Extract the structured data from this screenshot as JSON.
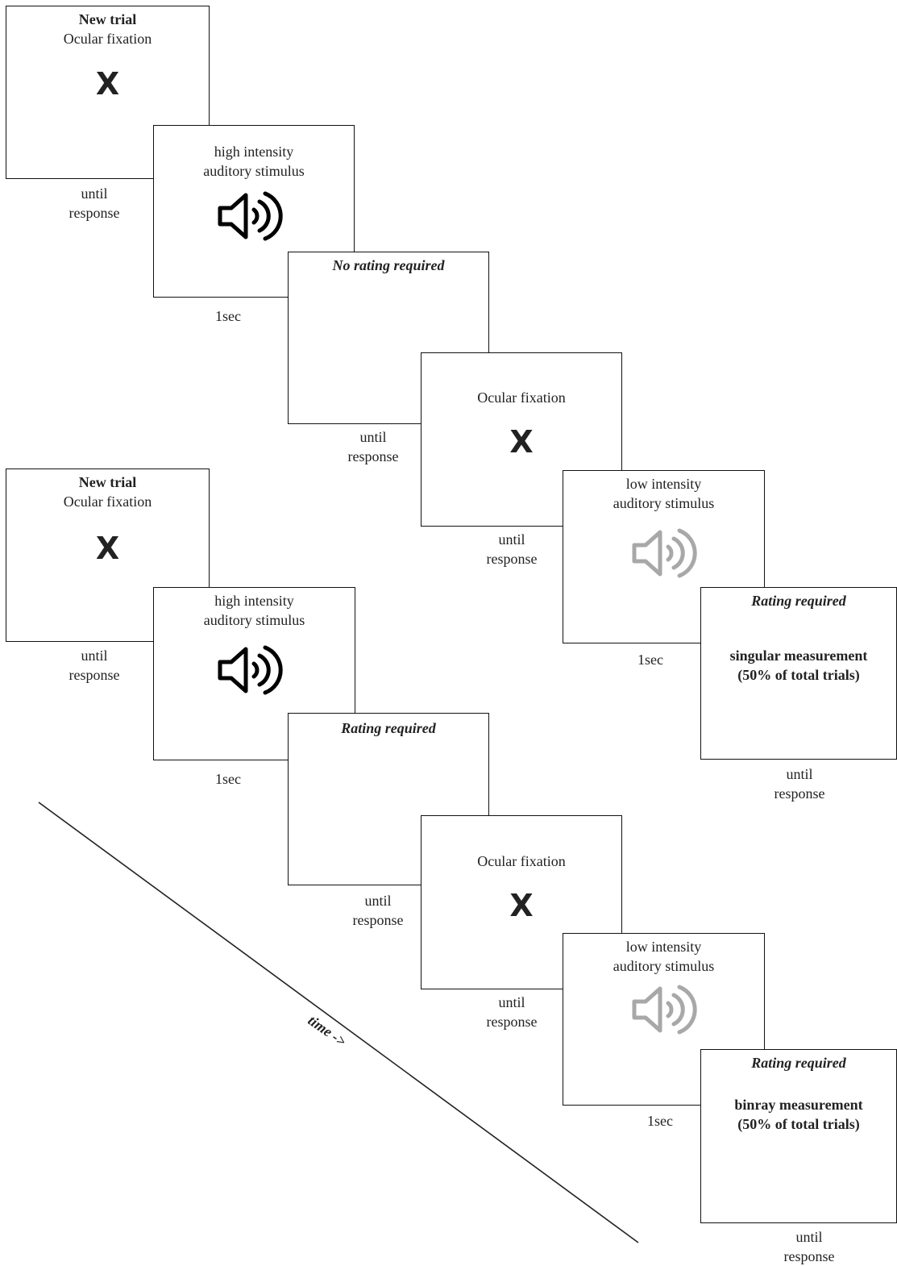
{
  "speaker_colors": {
    "high": "#000000",
    "low": "#a8a8a8"
  },
  "trial1": {
    "s1": {
      "title": "New trial",
      "line": "Ocular fixation",
      "symbol": "X",
      "caption1": "until",
      "caption2": "response"
    },
    "s2": {
      "line1": "high intensity",
      "line2": "auditory stimulus",
      "icon": "speaker-high-icon",
      "caption": "1sec"
    },
    "s3": {
      "title": "No rating required",
      "caption1": "until",
      "caption2": "response"
    },
    "s4": {
      "line": "Ocular fixation",
      "symbol": "X",
      "caption1": "until",
      "caption2": "response"
    },
    "s5": {
      "line1": "low intensity",
      "line2": "auditory stimulus",
      "icon": "speaker-low-icon",
      "caption": "1sec"
    },
    "s6": {
      "title": "Rating required",
      "body1": "singular measurement",
      "body2": "(50% of total trials)",
      "caption1": "until",
      "caption2": "response"
    }
  },
  "trial2": {
    "s1": {
      "title": "New trial",
      "line": "Ocular fixation",
      "symbol": "X",
      "caption1": "until",
      "caption2": "response"
    },
    "s2": {
      "line1": "high intensity",
      "line2": "auditory stimulus",
      "icon": "speaker-high-icon",
      "caption": "1sec"
    },
    "s3": {
      "title": "Rating required",
      "caption1": "until",
      "caption2": "response"
    },
    "s4": {
      "line": "Ocular fixation",
      "symbol": "X",
      "caption1": "until",
      "caption2": "response"
    },
    "s5": {
      "line1": "low intensity",
      "line2": "auditory stimulus",
      "icon": "speaker-low-icon",
      "caption": "1sec"
    },
    "s6": {
      "title": "Rating required",
      "body1": "binray measurement",
      "body2": "(50% of total trials)",
      "caption1": "until",
      "caption2": "response"
    }
  },
  "timeline": {
    "label": "time ->"
  }
}
